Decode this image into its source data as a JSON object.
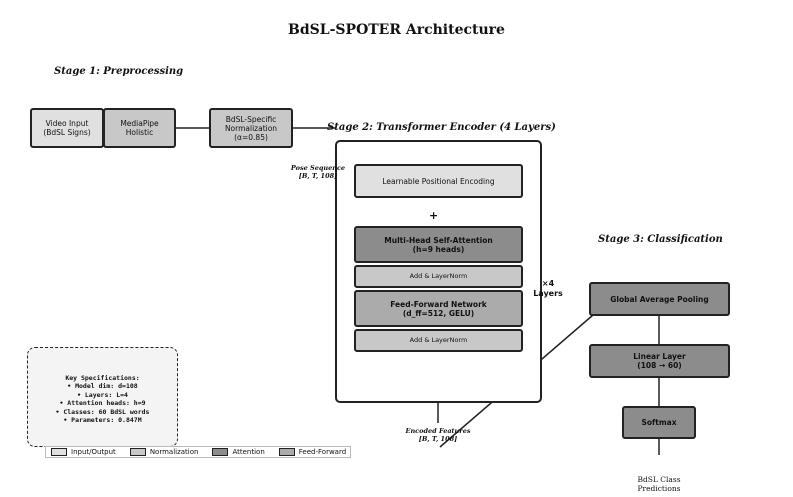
{
  "title": "BdSL-SPOTER Architecture",
  "stages": {
    "stage1": "Stage 1: Preprocessing",
    "stage2": "Stage 2: Transformer Encoder (4 Layers)",
    "stage3": "Stage 3: Classification"
  },
  "preprocessing": {
    "video_input": "Video Input\n(BdSL Signs)",
    "mediapipe": "MediaPipe\nHolistic",
    "normalization": "BdSL-Specific\nNormalization\n(α=0.85)"
  },
  "encoder": {
    "pose_sequence": "Pose Sequence\n[B, T, 108]",
    "positional_encoding": "Learnable Positional Encoding",
    "plus": "+",
    "attention": "Multi-Head Self-Attention\n(h=9 heads)",
    "add_norm_1": "Add & LayerNorm",
    "feed_forward": "Feed-Forward Network\n(d_ff=512, GELU)",
    "add_norm_2": "Add & LayerNorm",
    "repeat": "×4\nLayers",
    "encoded_features": "Encoded Features\n[B, T, 108]"
  },
  "classification": {
    "pooling": "Global Average Pooling",
    "linear": "Linear Layer\n(108 → 60)",
    "softmax": "Softmax",
    "predictions": "BdSL Class\nPredictions"
  },
  "specs": {
    "heading": "Key Specifications:",
    "items": [
      "• Model dim: d=108",
      "• Layers: L=4",
      "• Attention heads: h=9",
      "• Classes: 60 BdSL words",
      "• Parameters: 0.847M"
    ]
  },
  "legend": [
    {
      "label": "Input/Output",
      "color": "#e0e0e0"
    },
    {
      "label": "Normalization",
      "color": "#c8c8c8"
    },
    {
      "label": "Attention",
      "color": "#8c8c8c"
    },
    {
      "label": "Feed-Forward",
      "color": "#ababab"
    }
  ]
}
